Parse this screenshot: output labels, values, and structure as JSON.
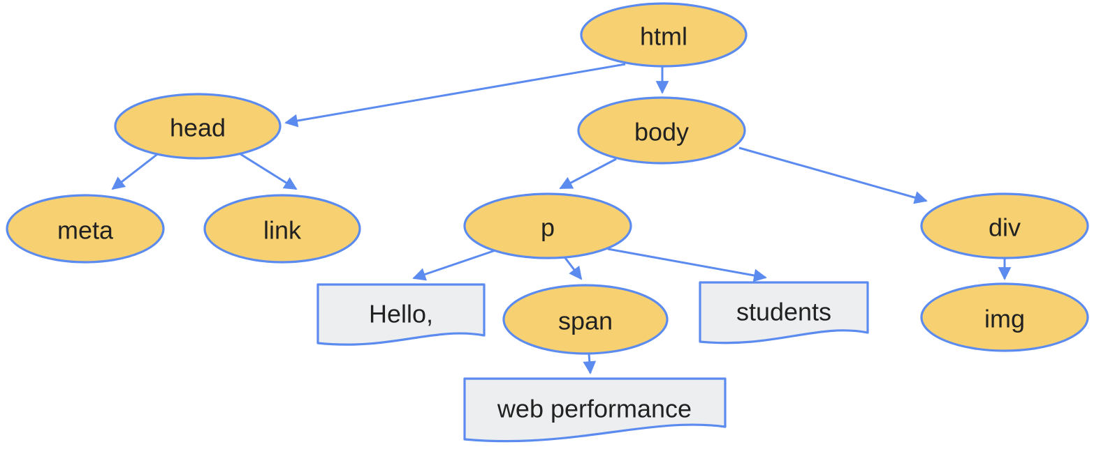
{
  "diagram": {
    "type": "tree",
    "colors": {
      "node_fill": "#F7D171",
      "node_stroke": "#5C8BF0",
      "text_node_fill": "#EDEEEF",
      "arrow": "#5C8BF0",
      "label": "#212121",
      "background": "#FFFFFF"
    },
    "nodes": [
      {
        "id": "html",
        "label": "html",
        "kind": "element"
      },
      {
        "id": "head",
        "label": "head",
        "kind": "element"
      },
      {
        "id": "body",
        "label": "body",
        "kind": "element"
      },
      {
        "id": "meta",
        "label": "meta",
        "kind": "element"
      },
      {
        "id": "link",
        "label": "link",
        "kind": "element"
      },
      {
        "id": "p",
        "label": "p",
        "kind": "element"
      },
      {
        "id": "div",
        "label": "div",
        "kind": "element"
      },
      {
        "id": "span",
        "label": "span",
        "kind": "element"
      },
      {
        "id": "img",
        "label": "img",
        "kind": "element"
      },
      {
        "id": "text-hello",
        "label": "Hello,",
        "kind": "text"
      },
      {
        "id": "text-students",
        "label": "students",
        "kind": "text"
      },
      {
        "id": "text-web-performance",
        "label": "web performance",
        "kind": "text"
      }
    ],
    "edges": [
      {
        "from": "html",
        "to": "head"
      },
      {
        "from": "html",
        "to": "body"
      },
      {
        "from": "head",
        "to": "meta"
      },
      {
        "from": "head",
        "to": "link"
      },
      {
        "from": "body",
        "to": "p"
      },
      {
        "from": "body",
        "to": "div"
      },
      {
        "from": "p",
        "to": "text-hello"
      },
      {
        "from": "p",
        "to": "span"
      },
      {
        "from": "p",
        "to": "text-students"
      },
      {
        "from": "span",
        "to": "text-web-performance"
      },
      {
        "from": "div",
        "to": "img"
      }
    ]
  }
}
